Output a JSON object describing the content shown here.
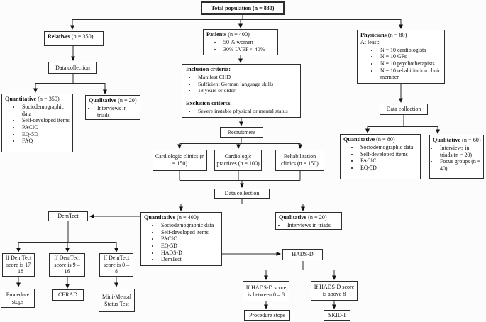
{
  "figure": {
    "type": "study-flow-diagram"
  },
  "colors": {
    "background": "#fcfcfc",
    "box_background": "#ffffff",
    "box_border": "#2d2d2d",
    "line": "#2a2a2a",
    "text": "#111111"
  },
  "nodes": {
    "total": {
      "label": "Total population (n = 830)"
    },
    "relatives": {
      "bold": "Relatives",
      "rest": " (n = 350)"
    },
    "patients": {
      "bold": "Patients",
      "rest": " (n = 400)",
      "items": [
        "50 % women",
        "30% LVEF < 40%"
      ]
    },
    "physicians": {
      "bold": "Physicians",
      "rest": " (n = 80)",
      "subtitle": "At least:",
      "items": [
        "N = 10 cardiologists",
        "N = 10 GPs",
        "N = 10 psychotherapists",
        "N = 10 rehabilitation clinic member"
      ]
    },
    "rel_data_collection": {
      "label": "Data collection"
    },
    "rel_quant": {
      "bold": "Quantitative",
      "rest": " (n = 350)",
      "items": [
        "Sociodemographic data",
        "Self-developed items",
        "PACIC",
        "EQ-5D",
        "FAQ"
      ]
    },
    "rel_qual": {
      "bold": "Qualitative",
      "rest": " (n = 20)",
      "items": [
        "Interviews in triads"
      ]
    },
    "criteria": {
      "inclusion_title": "Inclusion criteria:",
      "inclusion_items": [
        "Manifest CHD",
        "Sufficient German language skills",
        "18 years or older"
      ],
      "exclusion_title": "Exclusion criteria:",
      "exclusion_items": [
        "Severe instable physical or mental status"
      ]
    },
    "recruitment": {
      "label": "Recruitment"
    },
    "cardiologic_clinics": {
      "label": "Cardiologic clinics (n = 150)"
    },
    "cardiologic_practices": {
      "label": "Cardiologic practices (n = 100)"
    },
    "rehabilitation_clinics": {
      "label": "Rehabilitation clinics (n = 150)"
    },
    "mid_data_collection": {
      "label": "Data collection"
    },
    "mid_quant": {
      "bold": "Quantitative",
      "rest": " (n = 400)",
      "items": [
        "Sociodemographic data",
        "Self-developed items",
        "PACIC",
        "EQ-5D",
        "HADS-D",
        "DemTect"
      ]
    },
    "mid_qual": {
      "bold": "Qualitative",
      "rest": " (n = 20)",
      "items": [
        "Interviews in triads"
      ]
    },
    "phys_data_collection": {
      "label": "Data collection"
    },
    "phys_quant": {
      "bold": "Quantitative",
      "rest": " (n = 80)",
      "items": [
        "Sociodemographic data",
        "Self-developed items",
        "PACIC",
        "EQ-5D"
      ]
    },
    "phys_qual": {
      "bold": "Qualitative",
      "rest": " (n = 60)",
      "items": [
        "Interviews in triads (n = 20)",
        "Focus groups (n = 40)"
      ]
    },
    "demtect": {
      "label": "DemTect"
    },
    "if_demtect_17_18": {
      "label": "If DemTect score is 17 – 18"
    },
    "if_demtect_9_16": {
      "label": "If DemTect score is 9 – 16"
    },
    "if_demtect_0_8": {
      "label": "If DemTect score is 0 – 8"
    },
    "procedure_stops_left": {
      "label": "Procedure stops"
    },
    "cerad": {
      "label": "CERAD"
    },
    "mini_mental": {
      "label": "Mini-Mental Status Test"
    },
    "hadsd": {
      "label": "HADS-D"
    },
    "if_hadsd_0_8": {
      "label": "If HADS-D score is between 0 – 8"
    },
    "if_hadsd_above_8": {
      "label": "If HADS-D score is above 8"
    },
    "procedure_stops_right": {
      "label": "Procedure stops"
    },
    "skid_i": {
      "label": "SKID-I"
    }
  }
}
